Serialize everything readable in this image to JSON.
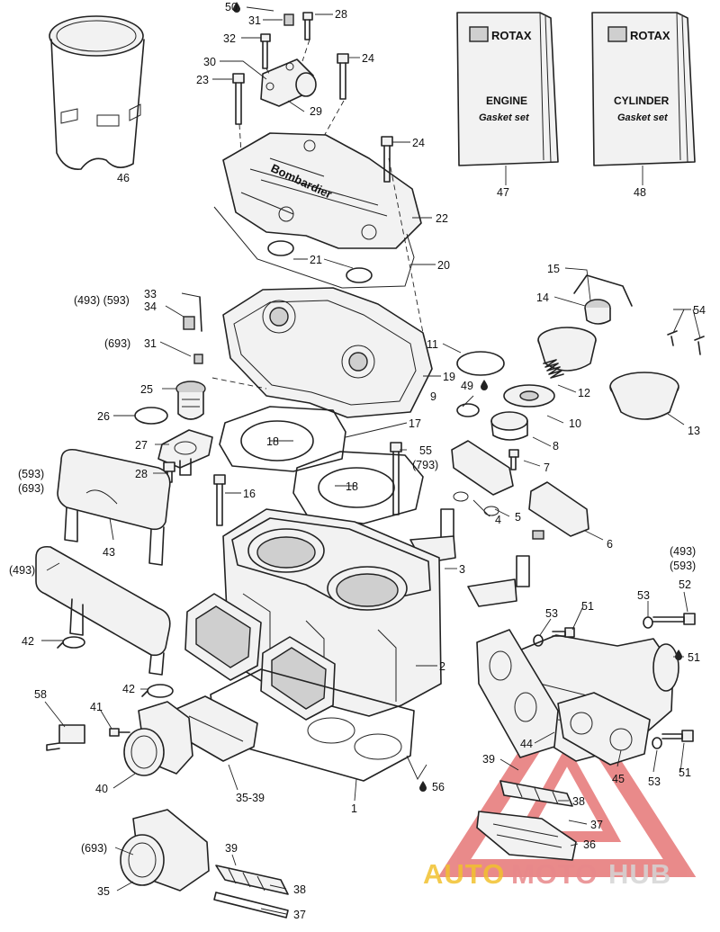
{
  "booklets": [
    {
      "brand": "ROTAX",
      "title": "ENGINE",
      "subtitle": "Gasket set",
      "ref": "47"
    },
    {
      "brand": "ROTAX",
      "title": "CYLINDER",
      "subtitle": "Gasket set",
      "ref": "48"
    }
  ],
  "callouts": [
    {
      "id": "c50",
      "text": "50"
    },
    {
      "id": "c31a",
      "text": "31"
    },
    {
      "id": "c28a",
      "text": "28"
    },
    {
      "id": "c32",
      "text": "32"
    },
    {
      "id": "c24a",
      "text": "24"
    },
    {
      "id": "c30",
      "text": "30"
    },
    {
      "id": "c23",
      "text": "23"
    },
    {
      "id": "c29",
      "text": "29"
    },
    {
      "id": "c24b",
      "text": "24"
    },
    {
      "id": "c46",
      "text": "46"
    },
    {
      "id": "c22",
      "text": "22"
    },
    {
      "id": "c21",
      "text": "21"
    },
    {
      "id": "c20",
      "text": "20"
    },
    {
      "id": "c15",
      "text": "15"
    },
    {
      "id": "c14",
      "text": "14"
    },
    {
      "id": "c54",
      "text": "54"
    },
    {
      "id": "c493a",
      "text": "(493) (593)"
    },
    {
      "id": "c33",
      "text": "33"
    },
    {
      "id": "c34",
      "text": "34"
    },
    {
      "id": "c693a",
      "text": "(693)"
    },
    {
      "id": "c31b",
      "text": "31"
    },
    {
      "id": "c11",
      "text": "11"
    },
    {
      "id": "c19",
      "text": "19"
    },
    {
      "id": "c12",
      "text": "12"
    },
    {
      "id": "c25",
      "text": "25"
    },
    {
      "id": "c49",
      "text": "49"
    },
    {
      "id": "c9",
      "text": "9"
    },
    {
      "id": "c26",
      "text": "26"
    },
    {
      "id": "c10",
      "text": "10"
    },
    {
      "id": "c13",
      "text": "13"
    },
    {
      "id": "c17",
      "text": "17"
    },
    {
      "id": "c27",
      "text": "27"
    },
    {
      "id": "c18a",
      "text": "18"
    },
    {
      "id": "c8",
      "text": "8"
    },
    {
      "id": "c55",
      "text": "55"
    },
    {
      "id": "c793",
      "text": "(793)"
    },
    {
      "id": "c593a",
      "text": "(593)"
    },
    {
      "id": "c693b",
      "text": "(693)"
    },
    {
      "id": "c28b",
      "text": "28"
    },
    {
      "id": "c7",
      "text": "7"
    },
    {
      "id": "c18b",
      "text": "18"
    },
    {
      "id": "c16",
      "text": "16"
    },
    {
      "id": "c4",
      "text": "4"
    },
    {
      "id": "c5",
      "text": "5"
    },
    {
      "id": "c6",
      "text": "6"
    },
    {
      "id": "c493b",
      "text": "(493)"
    },
    {
      "id": "c593b",
      "text": "(593)"
    },
    {
      "id": "c43",
      "text": "43"
    },
    {
      "id": "c3",
      "text": "3"
    },
    {
      "id": "c493c",
      "text": "(493)"
    },
    {
      "id": "c52",
      "text": "52"
    },
    {
      "id": "c53a",
      "text": "53"
    },
    {
      "id": "c51a",
      "text": "51"
    },
    {
      "id": "c53b",
      "text": "53"
    },
    {
      "id": "c42a",
      "text": "42"
    },
    {
      "id": "c2",
      "text": "2"
    },
    {
      "id": "c51b",
      "text": "51"
    },
    {
      "id": "c42b",
      "text": "42"
    },
    {
      "id": "c58",
      "text": "58"
    },
    {
      "id": "c41",
      "text": "41"
    },
    {
      "id": "c44",
      "text": "44"
    },
    {
      "id": "c39a",
      "text": "39"
    },
    {
      "id": "c45",
      "text": "45"
    },
    {
      "id": "c53c",
      "text": "53"
    },
    {
      "id": "c51c",
      "text": "51"
    },
    {
      "id": "c40",
      "text": "40"
    },
    {
      "id": "c35-39",
      "text": "35-39"
    },
    {
      "id": "c1",
      "text": "1"
    },
    {
      "id": "c56",
      "text": "56"
    },
    {
      "id": "c38a",
      "text": "38"
    },
    {
      "id": "c37a",
      "text": "37"
    },
    {
      "id": "c36",
      "text": "36"
    },
    {
      "id": "c693c",
      "text": "(693)"
    },
    {
      "id": "c39b",
      "text": "39"
    },
    {
      "id": "c35",
      "text": "35"
    },
    {
      "id": "c38b",
      "text": "38"
    },
    {
      "id": "c37b",
      "text": "37"
    }
  ],
  "watermark": {
    "parts": [
      "AUTO",
      "MOTO",
      "HUB"
    ],
    "colors": [
      "#f2c12e",
      "#e8888a",
      "#d5d5d5"
    ],
    "logo_color": "#e05a5a"
  }
}
